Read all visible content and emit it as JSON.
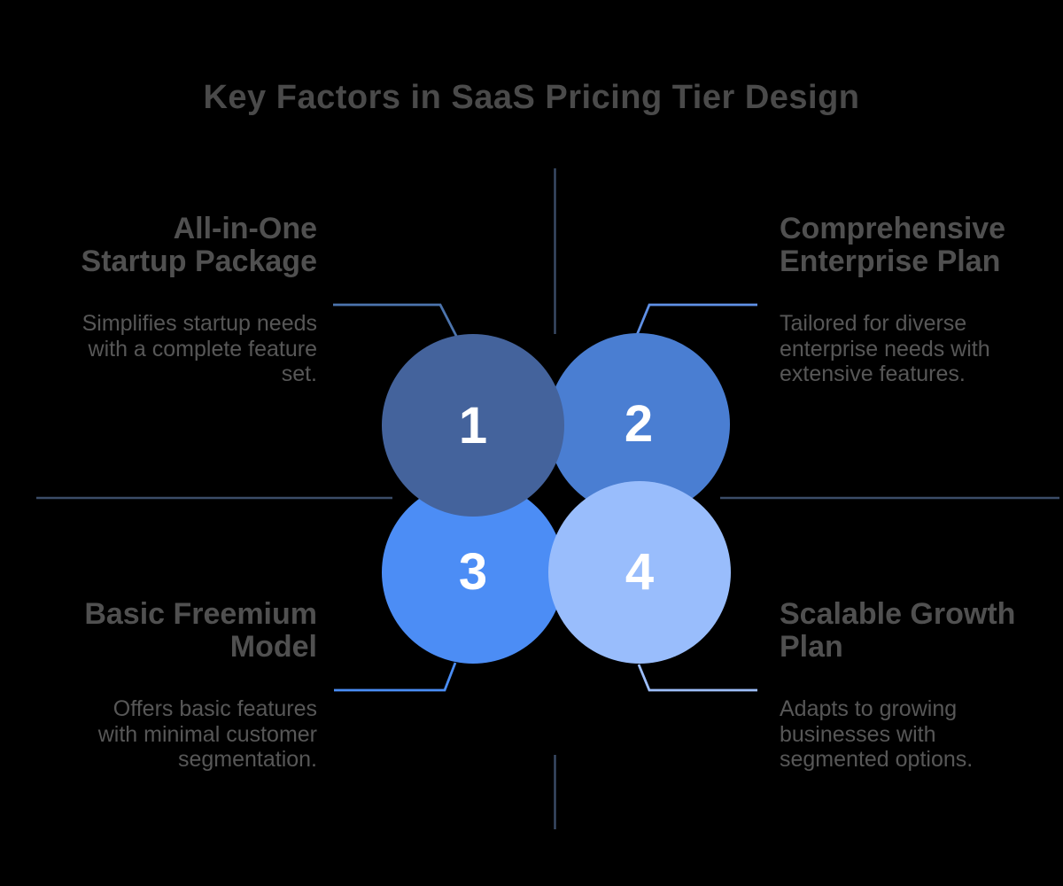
{
  "title": "Key Factors in SaaS Pricing Tier Design",
  "items": [
    {
      "number": "1",
      "heading": [
        "All-in-One",
        "Startup Package"
      ],
      "body": [
        "Simplifies startup needs",
        "with a complete feature",
        "set."
      ],
      "circle_color": "#44639c",
      "connector_color": "#4c74ad"
    },
    {
      "number": "2",
      "heading": [
        "Comprehensive",
        "Enterprise Plan"
      ],
      "body": [
        "Tailored for diverse",
        "enterprise needs with",
        "extensive features."
      ],
      "circle_color": "#4a7ed2",
      "connector_color": "#5f90e6"
    },
    {
      "number": "3",
      "heading": [
        "Basic Freemium",
        "Model"
      ],
      "body": [
        "Offers basic features",
        "with minimal customer",
        "segmentation."
      ],
      "circle_color": "#4c8df5",
      "connector_color": "#4a8df5"
    },
    {
      "number": "4",
      "heading": [
        "Scalable Growth",
        "Plan"
      ],
      "body": [
        "Adapts to growing",
        "businesses with",
        "segmented options."
      ],
      "circle_color": "#99bdfc",
      "connector_color": "#9dbefc"
    }
  ],
  "colors": {
    "background": "#000000",
    "title_text": "#4a4a4a",
    "heading_text": "#505050",
    "body_text": "#575757",
    "number_text": "#ffffff",
    "axis_line": "#3b4c68"
  }
}
